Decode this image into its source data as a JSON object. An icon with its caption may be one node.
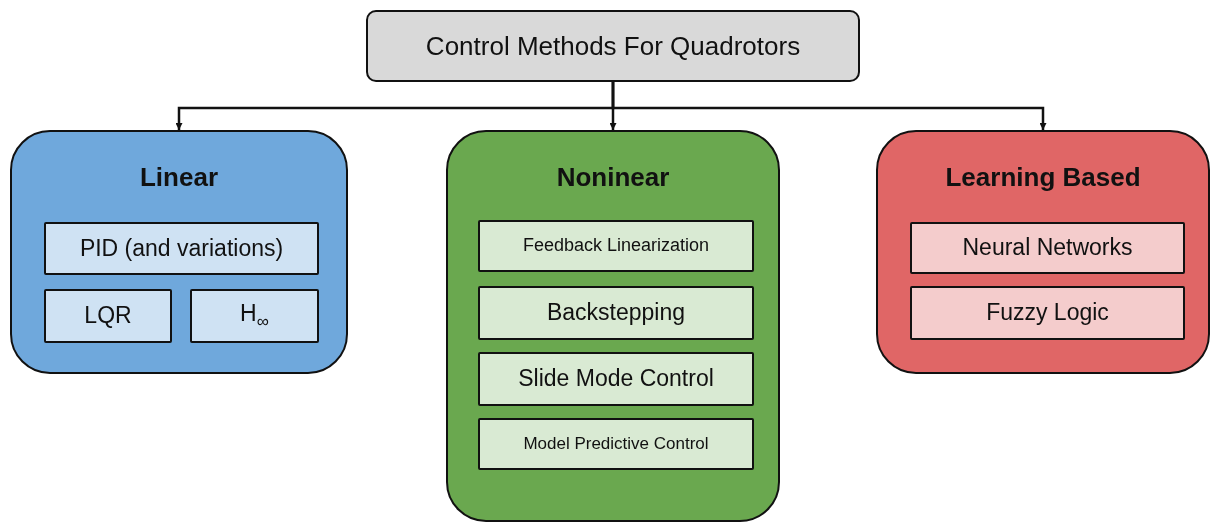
{
  "diagram": {
    "nodes": [
      {
        "text": [
          "Control Methods For Quadrotors"
        ]
      },
      {
        "text": [
          "Linear"
        ]
      },
      {
        "text": [
          "PID (and variations)"
        ],
        "in": 1
      },
      {
        "text": [
          "LQR"
        ],
        "in": 1
      },
      {
        "text": [
          "H$_{∞}$"
        ],
        "in": 1
      },
      {
        "text": [
          "Noninear"
        ]
      },
      {
        "text": [
          "Feedback Linearization"
        ],
        "in": 5
      },
      {
        "text": [
          "Backstepping"
        ],
        "in": 5
      },
      {
        "text": [
          "Slide Mode Control"
        ],
        "in": 5
      },
      {
        "text": [
          "Model Predictive Control"
        ],
        "in": 5
      },
      {
        "text": [
          "Learning Based"
        ]
      },
      {
        "text": [
          "Neural Networks"
        ],
        "in": 10
      },
      {
        "text": [
          "Fuzzy Logic"
        ],
        "in": 10
      }
    ],
    "edges": [
      {
        "from": 0,
        "to": 1,
        "arrow": "to"
      },
      {
        "from": 0,
        "to": 5,
        "arrow": "to"
      },
      {
        "from": 0,
        "to": 10,
        "arrow": "to"
      }
    ]
  }
}
